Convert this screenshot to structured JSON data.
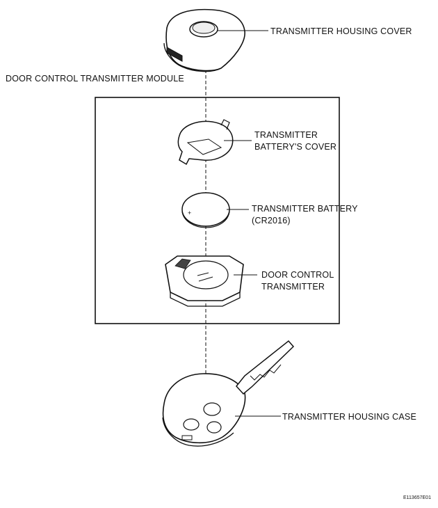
{
  "labels": {
    "housing_cover": "TRANSMITTER HOUSING COVER",
    "module": "DOOR CONTROL TRANSMITTER MODULE",
    "battery_cover_l1": "TRANSMITTER",
    "battery_cover_l2": "BATTERY'S COVER",
    "battery_l1": "TRANSMITTER BATTERY",
    "battery_l2": "(CR2016)",
    "door_tx_l1": "DOOR CONTROL",
    "door_tx_l2": "TRANSMITTER",
    "housing_case": "TRANSMITTER HOUSING CASE",
    "figure_code": "E113657E01"
  }
}
